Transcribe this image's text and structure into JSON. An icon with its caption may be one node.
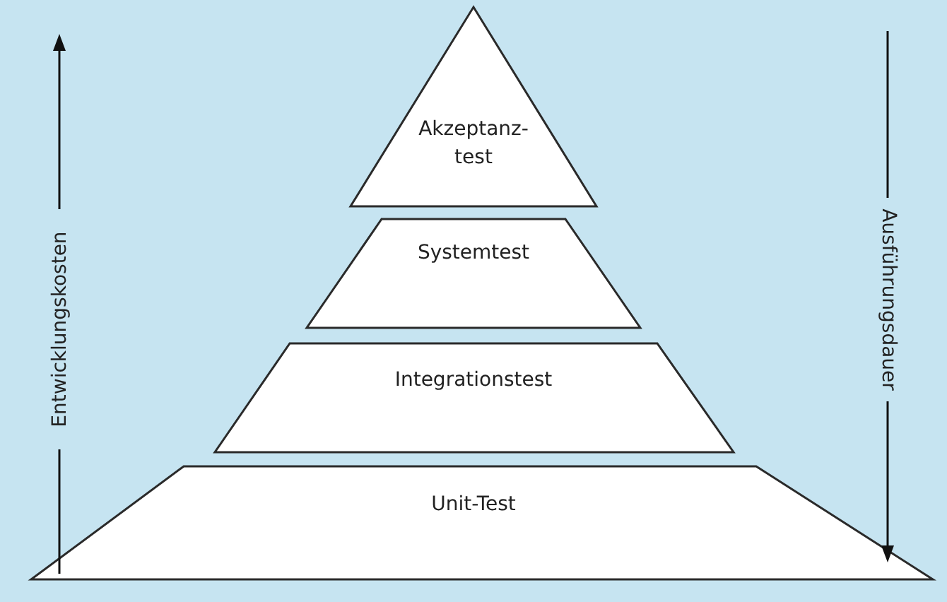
{
  "diagram": {
    "nodes": [
      {
        "text": [
          "Akzeptanz- test"
        ]
      },
      {
        "text": [
          "Systemtest"
        ]
      },
      {
        "text": [
          "Integrationstest"
        ]
      },
      {
        "text": [
          "Unit-Test"
        ]
      }
    ],
    "labels": [
      "Entwicklungskosten",
      "Ausführungsdauer"
    ]
  }
}
